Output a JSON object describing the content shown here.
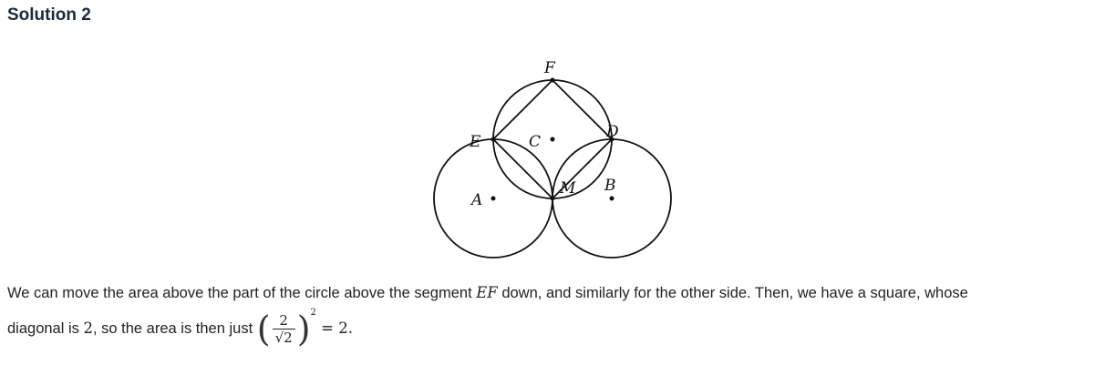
{
  "heading": "Solution 2",
  "diagram": {
    "labels": {
      "F": "F",
      "E": "E",
      "C": "C",
      "D": "D",
      "M": "M",
      "A": "A",
      "B": "B"
    }
  },
  "text": {
    "line1_a": "We can move the area above the part of the circle above the segment ",
    "line1_seg": "EF",
    "line1_b": " down, and similarly for the other side. Then, we have a square, whose",
    "line2_a": "diagonal is ",
    "line2_num": "2",
    "line2_b": ", so the area is then just ",
    "frac_num": "2",
    "frac_den": "√2",
    "exponent": "2",
    "result": " = 2."
  }
}
